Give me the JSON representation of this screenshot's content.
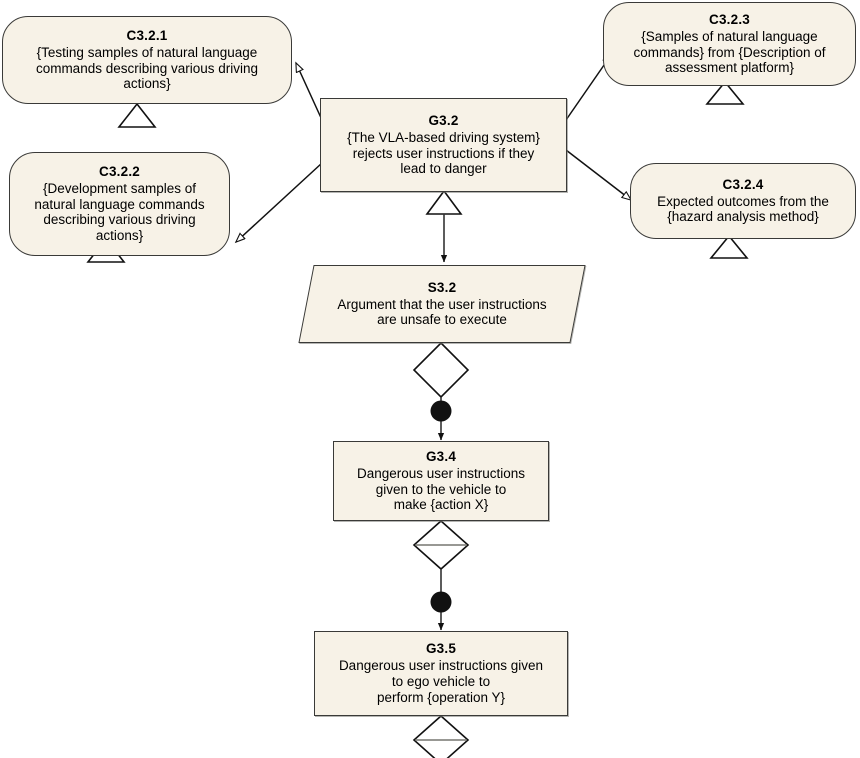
{
  "diagram": {
    "title": "GSN argument fragment G3.2",
    "notation": "Goal Structuring Notation",
    "fill_color": "#f7f2e7",
    "stroke_color": "#3a3a38",
    "background_color": "#ffffff"
  },
  "nodes": {
    "c321": {
      "id": "C3.2.1",
      "type": "context",
      "text": "{Testing samples of natural language\ncommands describing various driving\nactions}"
    },
    "c322": {
      "id": "C3.2.2",
      "type": "context",
      "text": "{Development samples of\nnatural language commands\ndescribing various driving\nactions}"
    },
    "c323": {
      "id": "C3.2.3",
      "type": "context",
      "text": "{Samples of natural language\ncommands} from {Description of\nassessment platform}"
    },
    "c324": {
      "id": "C3.2.4",
      "type": "context",
      "text": "Expected outcomes from the\n{hazard analysis method}"
    },
    "g32": {
      "id": "G3.2",
      "type": "goal",
      "text": "{The VLA-based driving system}\nrejects user instructions if they\nlead to danger"
    },
    "s32": {
      "id": "S3.2",
      "type": "strategy",
      "text": "Argument that the user instructions\nare unsafe to execute"
    },
    "g34": {
      "id": "G3.4",
      "type": "goal",
      "text": "Dangerous user instructions\ngiven to the vehicle to\nmake {action X}"
    },
    "g35": {
      "id": "G3.5",
      "type": "goal",
      "text": "Dangerous user instructions given\nto ego vehicle to\nperform {operation Y}"
    }
  },
  "edges": [
    {
      "from": "G3.2",
      "to": "C3.2.1",
      "kind": "in-context-of",
      "head": "hollow-arrow"
    },
    {
      "from": "G3.2",
      "to": "C3.2.2",
      "kind": "in-context-of",
      "head": "hollow-arrow"
    },
    {
      "from": "G3.2",
      "to": "C3.2.3",
      "kind": "in-context-of",
      "head": "hollow-arrow"
    },
    {
      "from": "G3.2",
      "to": "C3.2.4",
      "kind": "in-context-of",
      "head": "hollow-arrow"
    },
    {
      "from": "G3.2",
      "to": "S3.2",
      "kind": "supported-by",
      "head": "solid-arrow"
    },
    {
      "from": "S3.2",
      "to": "G3.4",
      "kind": "supported-by",
      "head": "solid-arrow"
    },
    {
      "from": "G3.4",
      "to": "G3.5",
      "kind": "supported-by",
      "head": "solid-arrow"
    }
  ],
  "decorators": [
    {
      "name": "uninstantiated-triangle",
      "attached_to": "C3.2.1"
    },
    {
      "name": "uninstantiated-triangle",
      "attached_to": "C3.2.2"
    },
    {
      "name": "uninstantiated-triangle",
      "attached_to": "C3.2.3"
    },
    {
      "name": "uninstantiated-triangle",
      "attached_to": "C3.2.4"
    },
    {
      "name": "undeveloped-triangle",
      "attached_to": "G3.2"
    },
    {
      "name": "choice-diamond",
      "attached_to": "S3.2"
    },
    {
      "name": "choice-diamond-divided",
      "attached_to": "G3.4"
    },
    {
      "name": "choice-diamond-divided",
      "attached_to": "G3.5"
    },
    {
      "name": "multiplicity-dot",
      "between": "S3.2-G3.4"
    },
    {
      "name": "multiplicity-dot",
      "between": "G3.4-G3.5"
    }
  ]
}
